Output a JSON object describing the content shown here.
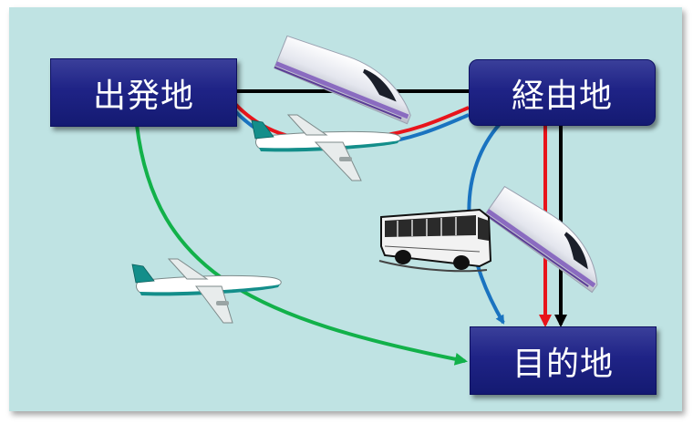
{
  "nodes": {
    "start": "出発地",
    "via": "経由地",
    "destination": "目的地"
  },
  "colors": {
    "background": "#bfe3e3",
    "node_fill": "#1f2386",
    "route_black": "#000000",
    "route_red": "#e8141b",
    "route_blue": "#1a73c0",
    "route_green": "#12b14a"
  },
  "icons": [
    "train-icon",
    "airplane-icon",
    "bus-icon"
  ]
}
